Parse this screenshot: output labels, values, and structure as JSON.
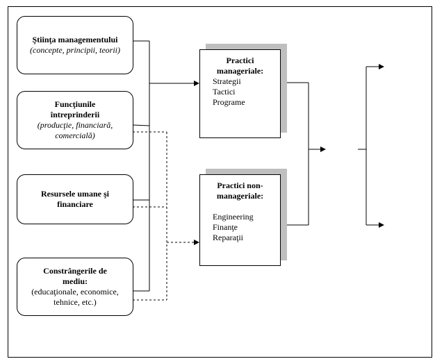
{
  "left_boxes": [
    {
      "title": "Ştiinţa managementului",
      "subtitle": "(concepte, principii, teorii)",
      "subtitle_italic": true
    },
    {
      "title": "Funcţiunile întreprinderii",
      "subtitle": "(producţie, financiară, comercială)",
      "subtitle_italic": true
    },
    {
      "title": "Resursele umane şi financiare",
      "subtitle": "",
      "subtitle_italic": false
    },
    {
      "title": "Constrângerile de mediu:",
      "subtitle": "(educaţionale, economice, tehnice, etc.)",
      "subtitle_italic": false
    }
  ],
  "practices": [
    {
      "title": "Practici manageriale:",
      "items": [
        "Strategii",
        "Tactici",
        "Programe"
      ]
    },
    {
      "title": "Practici non-manageriale:",
      "items": [
        "Engineering",
        "Finanţe",
        "Reparaţii"
      ]
    }
  ],
  "colors": {
    "line": "#000000",
    "shadow": "#bfbfbf",
    "background": "#ffffff"
  }
}
